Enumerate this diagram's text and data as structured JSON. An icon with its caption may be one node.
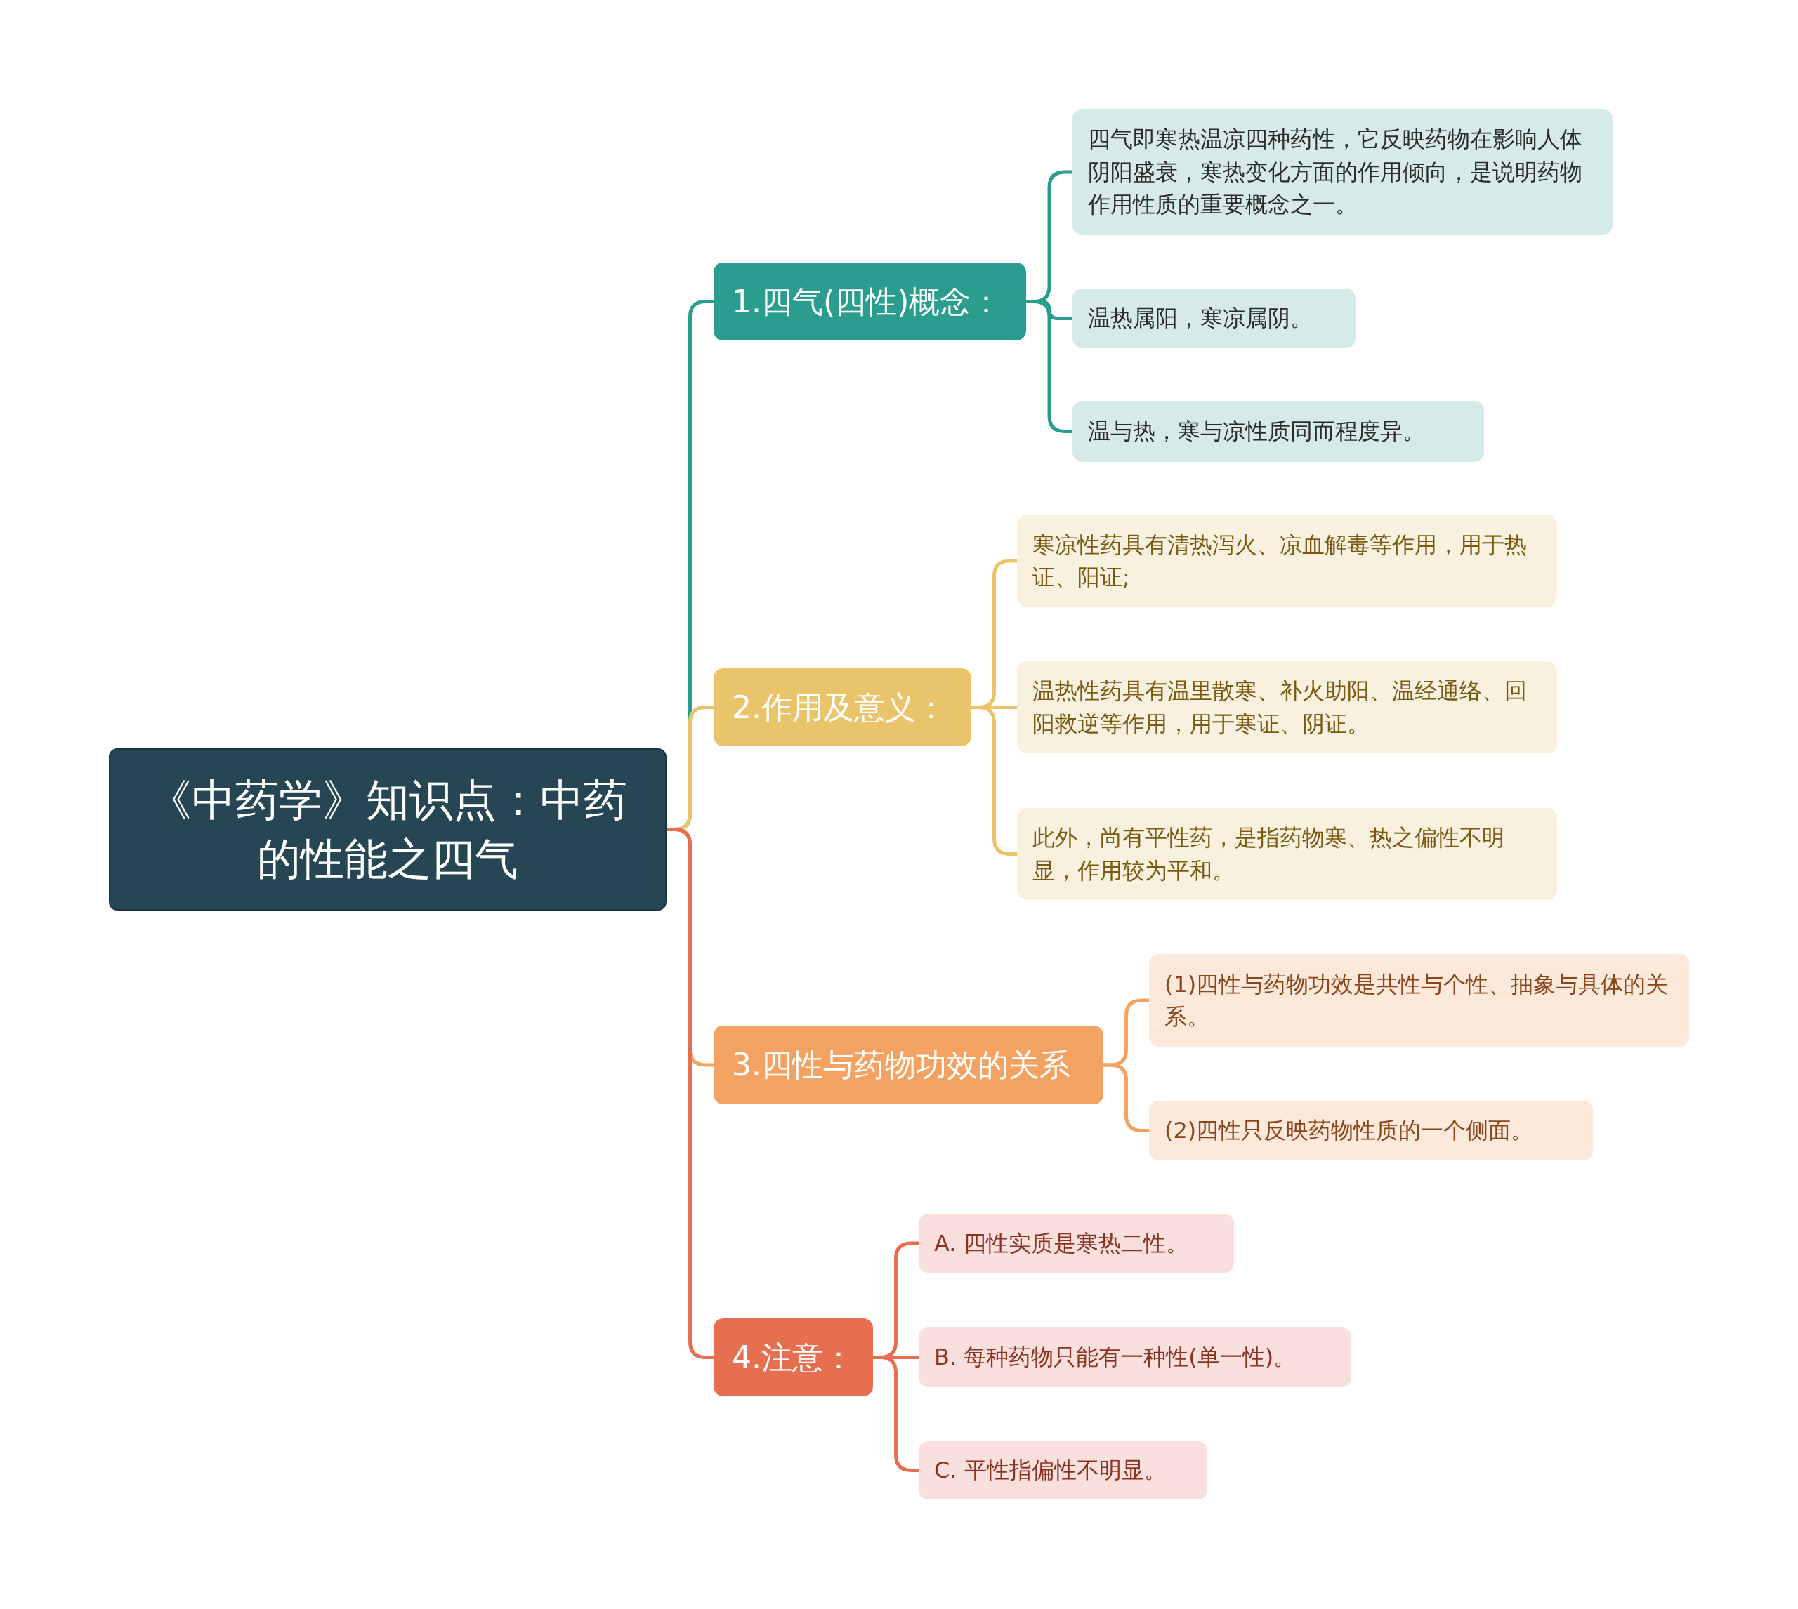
{
  "diagram": {
    "nodes": [
      {
        "text": [
          "《中药学》知识点：中药的性能之四气"
        ]
      },
      {
        "text": [
          "1.四气(四性)概念："
        ]
      },
      {
        "text": [
          "四气即寒热温凉四种药性，它反映药物在影响人体阴阳盛衰，寒热变化方面的作用倾向，是说明药物作用性质的重要概念之一。"
        ]
      },
      {
        "text": [
          "温热属阳，寒凉属阴。"
        ]
      },
      {
        "text": [
          "温与热，寒与凉性质同而程度异。"
        ]
      },
      {
        "text": [
          "2.作用及意义："
        ]
      },
      {
        "text": [
          "寒凉性药具有清热泻火、凉血解毒等作用，用于热证、阳证;"
        ]
      },
      {
        "text": [
          "温热性药具有温里散寒、补火助阳、温经通络、回阳救逆等作用，用于寒证、阴证。"
        ]
      },
      {
        "text": [
          "此外，尚有平性药，是指药物寒、热之偏性不明显，作用较为平和。"
        ]
      },
      {
        "text": [
          "3.四性与药物功效的关系"
        ]
      },
      {
        "text": [
          "(1)四性与药物功效是共性与个性、抽象与具体的关系。"
        ]
      },
      {
        "text": [
          "(2)四性只反映药物性质的一个侧面。"
        ]
      },
      {
        "text": [
          "4.注意："
        ]
      },
      {
        "text": [
          "A. 四性实质是寒热二性。"
        ]
      },
      {
        "text": [
          "B. 每种药物只能有一种性(单一性)。"
        ]
      },
      {
        "text": [
          "C. 平性指偏性不明显。"
        ]
      }
    ],
    "edges": [
      {
        "from": 0,
        "to": 1,
        "arrow": "none",
        "color": "#2a9d8f"
      },
      {
        "from": 0,
        "to": 5,
        "arrow": "none",
        "color": "#e9c46a"
      },
      {
        "from": 0,
        "to": 9,
        "arrow": "none",
        "color": "#f4a261"
      },
      {
        "from": 0,
        "to": 12,
        "arrow": "none",
        "color": "#e76f51"
      },
      {
        "from": 1,
        "to": 2,
        "arrow": "none",
        "color": "#2a9d8f"
      },
      {
        "from": 1,
        "to": 3,
        "arrow": "none",
        "color": "#2a9d8f"
      },
      {
        "from": 1,
        "to": 4,
        "arrow": "none",
        "color": "#2a9d8f"
      },
      {
        "from": 5,
        "to": 6,
        "arrow": "none",
        "color": "#e9c46a"
      },
      {
        "from": 5,
        "to": 7,
        "arrow": "none",
        "color": "#e9c46a"
      },
      {
        "from": 5,
        "to": 8,
        "arrow": "none",
        "color": "#e9c46a"
      },
      {
        "from": 9,
        "to": 10,
        "arrow": "none",
        "color": "#f4a261"
      },
      {
        "from": 9,
        "to": 11,
        "arrow": "none",
        "color": "#f4a261"
      },
      {
        "from": 12,
        "to": 13,
        "arrow": "none",
        "color": "#e76f51"
      },
      {
        "from": 12,
        "to": 14,
        "arrow": "none",
        "color": "#e76f51"
      },
      {
        "from": 12,
        "to": 15,
        "arrow": "none",
        "color": "#e76f51"
      }
    ]
  }
}
